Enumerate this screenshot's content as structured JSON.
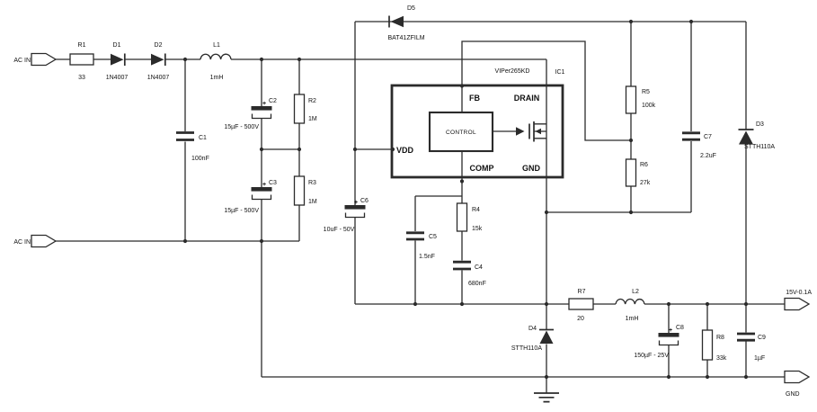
{
  "colors": {
    "wire": "#2b2b2b",
    "text": "#111111",
    "background": "#ffffff"
  },
  "ports": {
    "ac_in_top": "AC IN",
    "ac_in_bottom": "AC IN",
    "output_pos": "15V-0.1A",
    "output_gnd": "GND"
  },
  "ic1": {
    "ref": "IC1",
    "part": "VIPer265KD",
    "control_label": "CONTROL",
    "pins": {
      "fb": "FB",
      "drain": "DRAIN",
      "vdd": "VDD",
      "comp": "COMP",
      "gnd": "GND"
    }
  },
  "components": {
    "R1": {
      "ref": "R1",
      "value": "33"
    },
    "R2": {
      "ref": "R2",
      "value": "1M"
    },
    "R3": {
      "ref": "R3",
      "value": "1M"
    },
    "R4": {
      "ref": "R4",
      "value": "15k"
    },
    "R5": {
      "ref": "R5",
      "value": "100k"
    },
    "R6": {
      "ref": "R6",
      "value": "27k"
    },
    "R7": {
      "ref": "R7",
      "value": "20"
    },
    "R8": {
      "ref": "R8",
      "value": "33k"
    },
    "C1": {
      "ref": "C1",
      "value": "100nF"
    },
    "C2": {
      "ref": "C2",
      "value": "15µF - 500V",
      "polarity": "+"
    },
    "C3": {
      "ref": "C3",
      "value": "15µF - 500V",
      "polarity": "+"
    },
    "C4": {
      "ref": "C4",
      "value": "680nF"
    },
    "C5": {
      "ref": "C5",
      "value": "1.5nF"
    },
    "C6": {
      "ref": "C6",
      "value": "10uF - 50V",
      "polarity": "+"
    },
    "C7": {
      "ref": "C7",
      "value": "2.2uF"
    },
    "C8": {
      "ref": "C8",
      "value": "150µF - 25V",
      "polarity": "+"
    },
    "C9": {
      "ref": "C9",
      "value": "1µF"
    },
    "D1": {
      "ref": "D1",
      "value": "1N4007"
    },
    "D2": {
      "ref": "D2",
      "value": "1N4007"
    },
    "D3": {
      "ref": "D3",
      "value": "STTH110A"
    },
    "D4": {
      "ref": "D4",
      "value": "STTH110A"
    },
    "D5": {
      "ref": "D5",
      "value": "BAT41ZFILM"
    },
    "L1": {
      "ref": "L1",
      "value": "1mH"
    },
    "L2": {
      "ref": "L2",
      "value": "1mH"
    }
  }
}
